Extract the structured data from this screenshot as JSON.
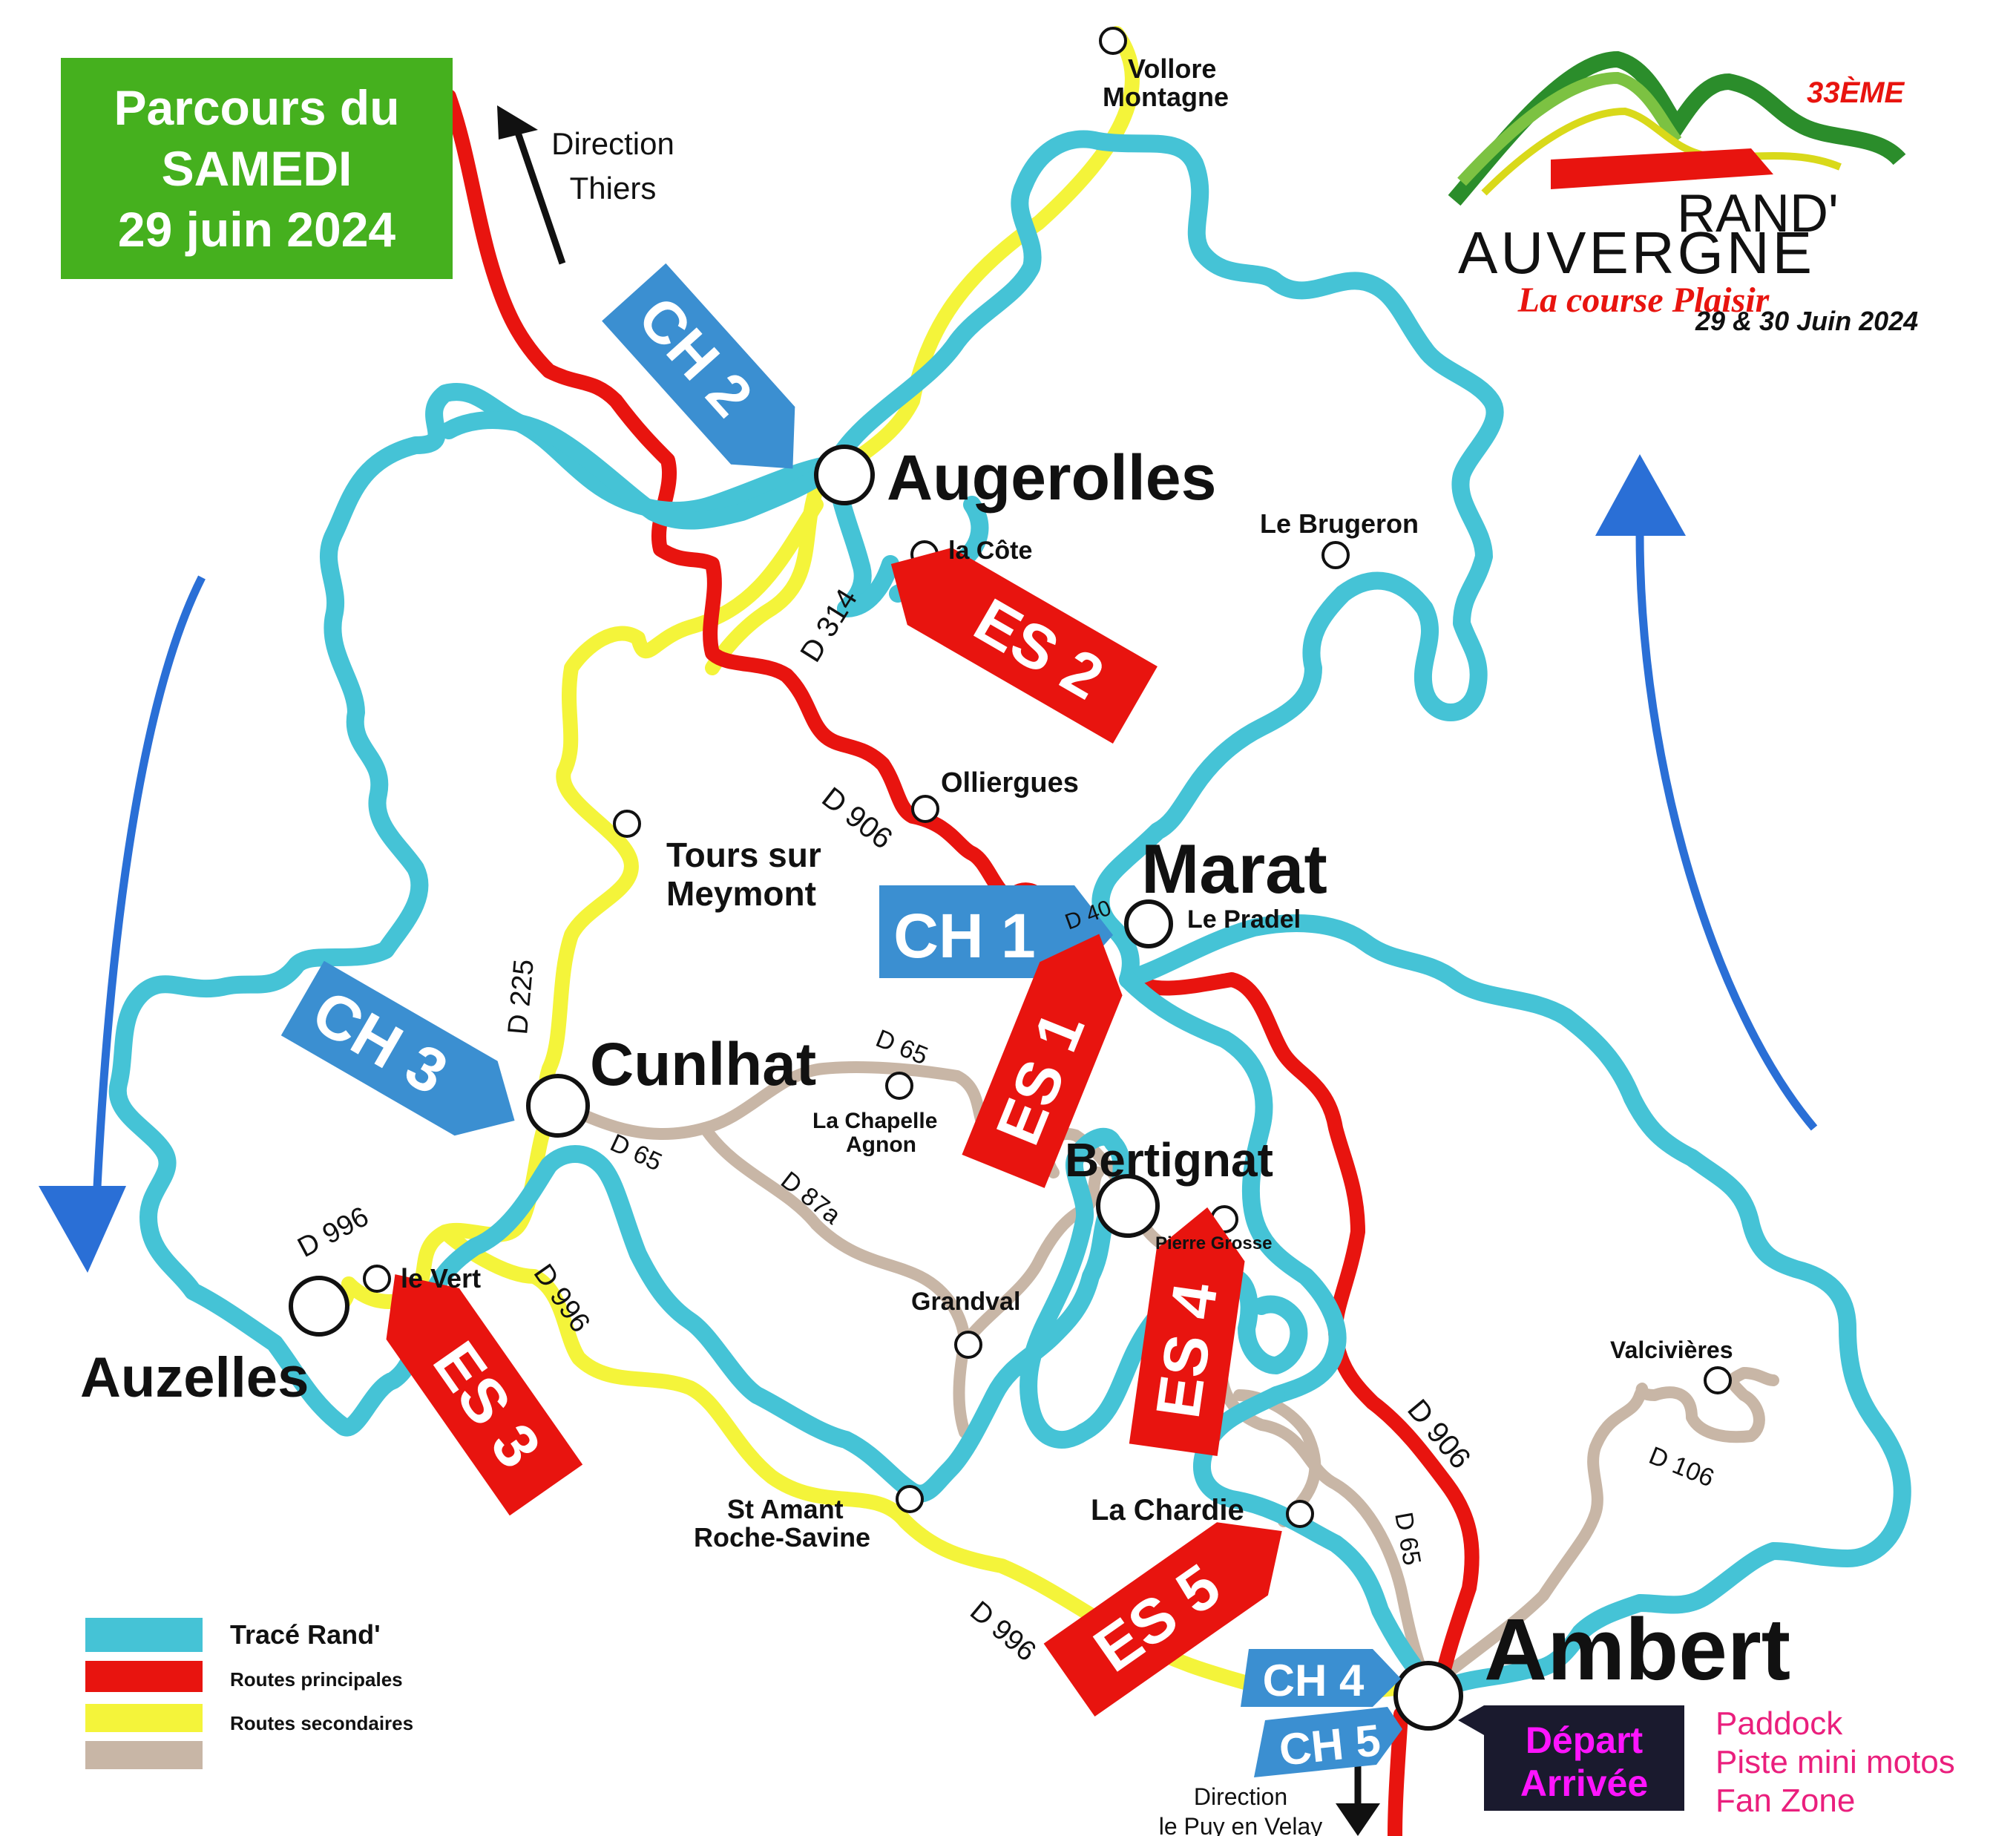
{
  "title": {
    "line1": "Parcours du",
    "line2": "SAMEDI",
    "line3": "29 juin 2024"
  },
  "logo": {
    "edition": "33ÈME",
    "line1": "RAND'",
    "line2": "AUVERGNE",
    "tagline": "La course Plaisir",
    "dates": "29 & 30 Juin 2024"
  },
  "directions": {
    "thiers": [
      "Direction",
      "Thiers"
    ],
    "puy": [
      "Direction",
      "le Puy en Velay"
    ]
  },
  "towns": {
    "augerolles": "Augerolles",
    "marat": "Marat",
    "cunlhat": "Cunlhat",
    "bertignat": "Bertignat",
    "auzelles": "Auzelles",
    "ambert": "Ambert"
  },
  "villages": {
    "vollore1": "Vollore",
    "vollore2": "Montagne",
    "lacote": "la Côte",
    "brugeron": "Le Brugeron",
    "olliergues": "Olliergues",
    "tours1": "Tours sur",
    "tours2": "Meymont",
    "pradel": "Le Pradel",
    "chapelle1": "La Chapelle",
    "chapelle2": "Agnon",
    "pierre": "Pierre Grosse",
    "grandval": "Grandval",
    "vert": "le Vert",
    "stamant1": "St Amant",
    "stamant2": "Roche-Savine",
    "chardie": "La Chardie",
    "valcivieres": "Valcivières"
  },
  "roads": {
    "d314": "D 314",
    "d906a": "D 906",
    "d40": "D 40",
    "d225": "D 225",
    "d65a": "D 65",
    "d65b": "D 65",
    "d87a": "D 87a",
    "d996a": "D 996",
    "d996b": "D 996",
    "d996c": "D 996",
    "d906b": "D 906",
    "d65c": "D 65",
    "d106": "D 106"
  },
  "checkpoints": {
    "ch1": "CH 1",
    "ch2": "CH 2",
    "ch3": "CH 3",
    "ch4": "CH 4",
    "ch5": "CH 5"
  },
  "specials": {
    "es1": "ES 1",
    "es2": "ES 2",
    "es3": "ES 3",
    "es4": "ES 4",
    "es5": "ES 5"
  },
  "depart": {
    "line1": "Départ",
    "line2": "Arrivée"
  },
  "facilities": [
    "Paddock",
    "Piste mini motos",
    "Fan Zone"
  ],
  "legend": [
    {
      "label": "Tracé Rand'",
      "color": "#45c3d6"
    },
    {
      "label": "Routes principales",
      "color": "#e8140f"
    },
    {
      "label": "Routes secondaires",
      "color": "#f4f43a"
    },
    {
      "label": "",
      "color": "#c8b6a6"
    }
  ],
  "colors": {
    "trace": "#45c3d6",
    "main": "#e8140f",
    "secondary": "#f4f43a",
    "tertiary": "#c8b6a6",
    "ch_arrow": "#3b8fd1",
    "es_arrow": "#e8140f",
    "title_bg": "#45b01e",
    "direction_arrow": "#2a6fd6",
    "pink": "#ea1f7d",
    "magenta": "#ff14ff"
  }
}
